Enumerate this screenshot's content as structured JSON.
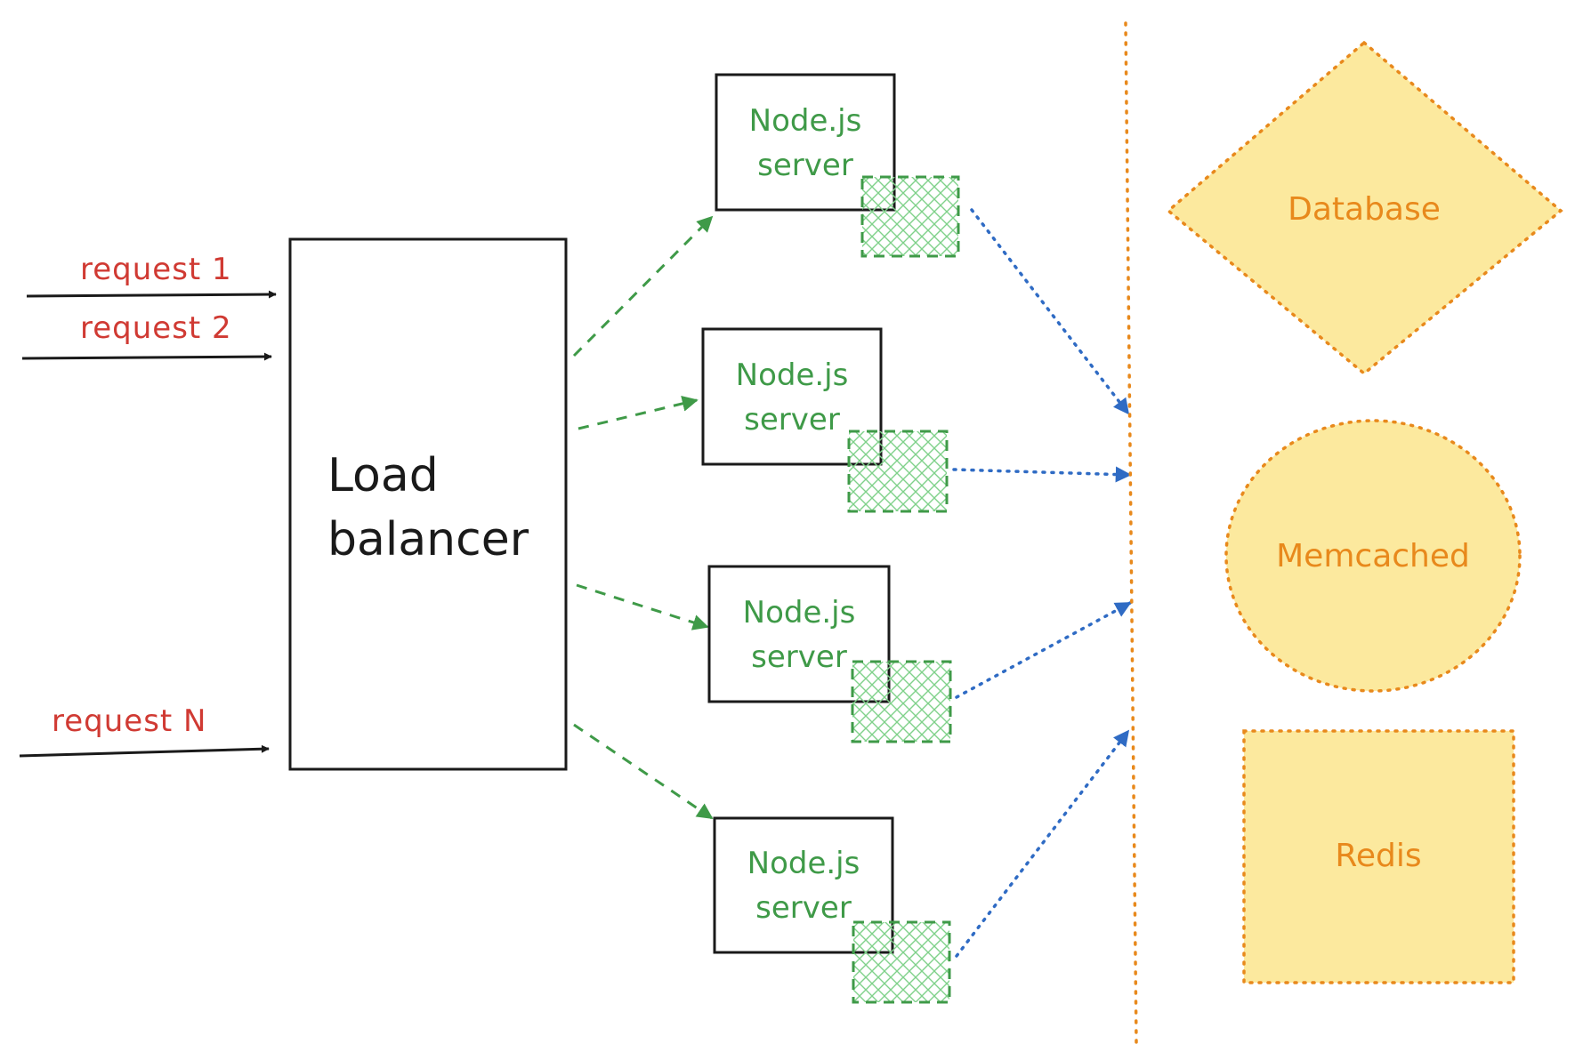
{
  "requests": [
    {
      "label": "request 1"
    },
    {
      "label": "request 2"
    },
    {
      "label": "request N"
    }
  ],
  "load_balancer": {
    "line1": "Load",
    "line2": "balancer"
  },
  "servers": [
    {
      "line1": "Node.js",
      "line2": "server"
    },
    {
      "line1": "Node.js",
      "line2": "server"
    },
    {
      "line1": "Node.js",
      "line2": "server"
    },
    {
      "line1": "Node.js",
      "line2": "server"
    }
  ],
  "stores": {
    "database": "Database",
    "memcached": "Memcached",
    "redis": "Redis"
  },
  "colors": {
    "request_text": "#d03a33",
    "server_text": "#3f9a48",
    "server_arrow": "#3f9a48",
    "store_arrow": "#2f6bc4",
    "store_text": "#e8891c",
    "store_fill": "#fce99e",
    "divider": "#e8891c",
    "outline": "#1a1a1a"
  }
}
